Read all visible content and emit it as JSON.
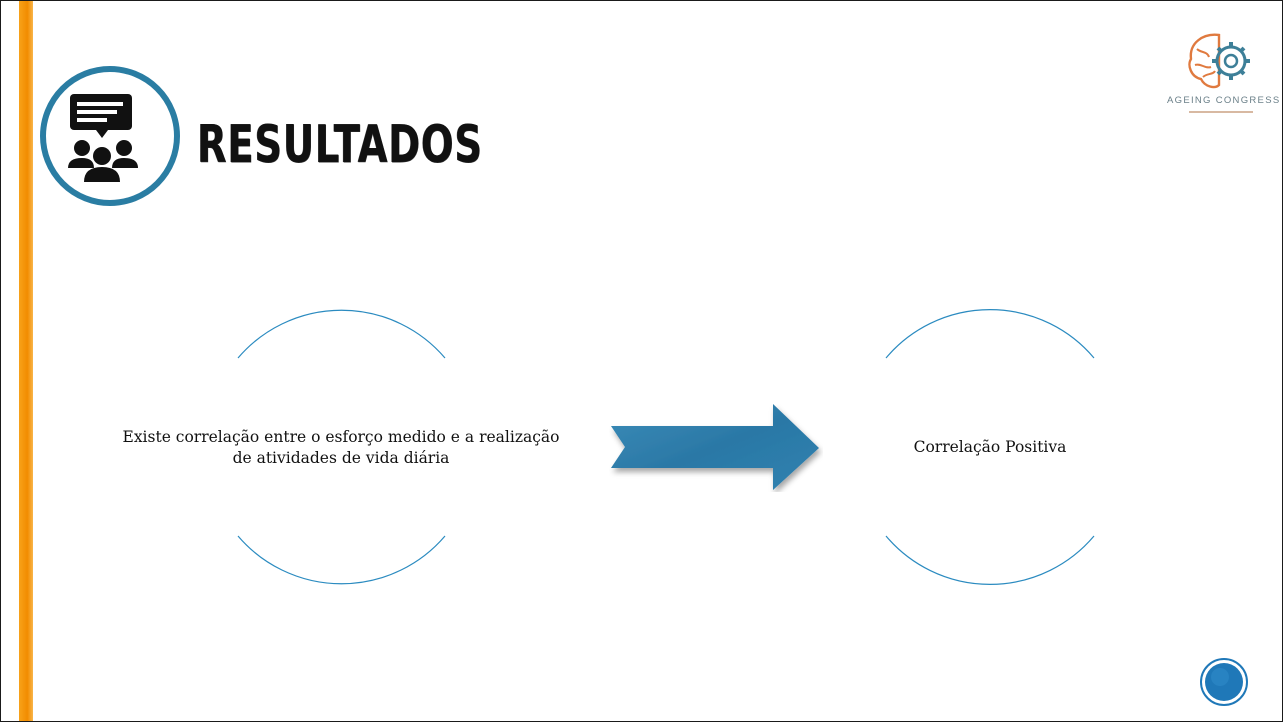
{
  "slide": {
    "title": "RESULTADOS",
    "logo_text": "AGEING CONGRESS"
  },
  "nodes": {
    "left_text": "Existe correlação entre o esforço medido e a realização de atividades de vida diária",
    "right_text": "Correlação Positiva"
  },
  "icons": {
    "header": "speech-bubble-people-icon",
    "logo": "brain-gear-icon",
    "connector": "right-arrow-icon",
    "nav": "circle-button-icon"
  },
  "colors": {
    "accent_bar": "#f28c00",
    "badge_ring": "#2a7da3",
    "arc_stroke": "#2b8bc0",
    "arrow_fill": "#2f7eab",
    "nav_fill": "#1f78b8",
    "title": "#111111"
  }
}
